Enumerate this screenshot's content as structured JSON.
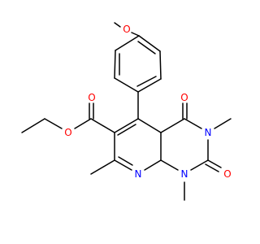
{
  "diagram": {
    "type": "skeletal-structure",
    "background": "#ffffff",
    "bond_color": "#000000",
    "atom_labels": {
      "methoxy_oxygen": "O",
      "ester_carbonyl_oxygen": "O",
      "ester_ether_oxygen": "O",
      "c4_carbonyl_oxygen": "O",
      "c2_carbonyl_oxygen": "O",
      "n3_nitrogen": "N",
      "pyridine_nitrogen": "N",
      "n1_nitrogen": "N"
    },
    "element_colors": {
      "O": "#ff0000",
      "N": "#0000ff",
      "C": "#000000"
    }
  }
}
